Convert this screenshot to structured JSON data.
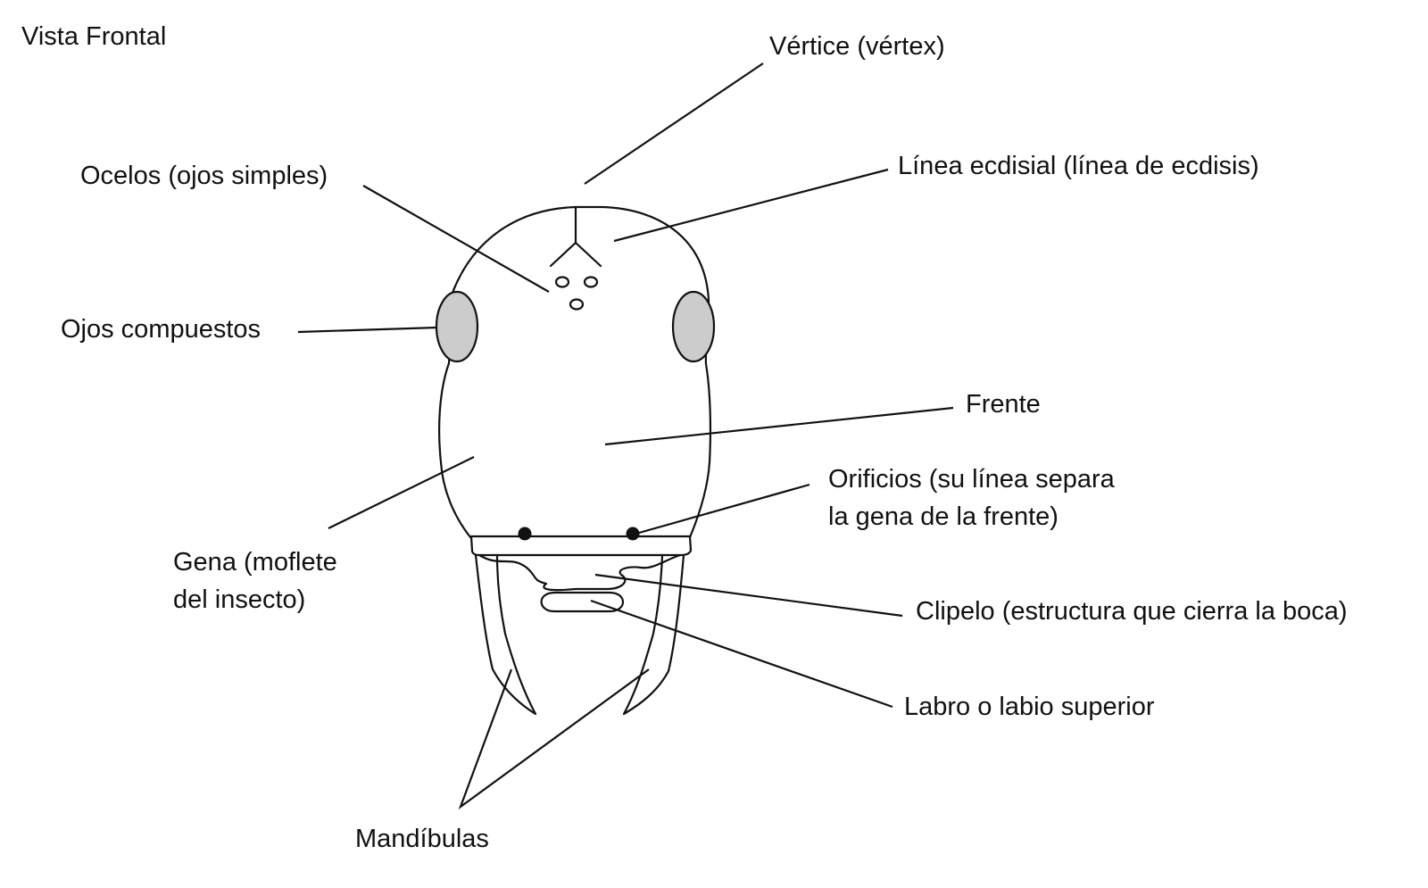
{
  "title": "Vista Frontal",
  "colors": {
    "stroke": "#111111",
    "compound_eye_fill": "#cccccc",
    "background": "#ffffff"
  },
  "labels": {
    "vertex": "Vértice (vértex)",
    "ocelli": "Ocelos (ojos simples)",
    "ecdysial_line": "Línea ecdisial (línea de ecdisis)",
    "compound_eyes": "Ojos compuestos",
    "frons": "Frente",
    "pits_line1": "Orificios (su línea separa",
    "pits_line2": "la gena de la frente)",
    "gena_line1": "Gena (moflete",
    "gena_line2": "del insecto)",
    "clypeus": "Clipelo (estructura que cierra la boca)",
    "labrum": "Labro o labio superior",
    "mandibles": "Mandíbulas"
  }
}
